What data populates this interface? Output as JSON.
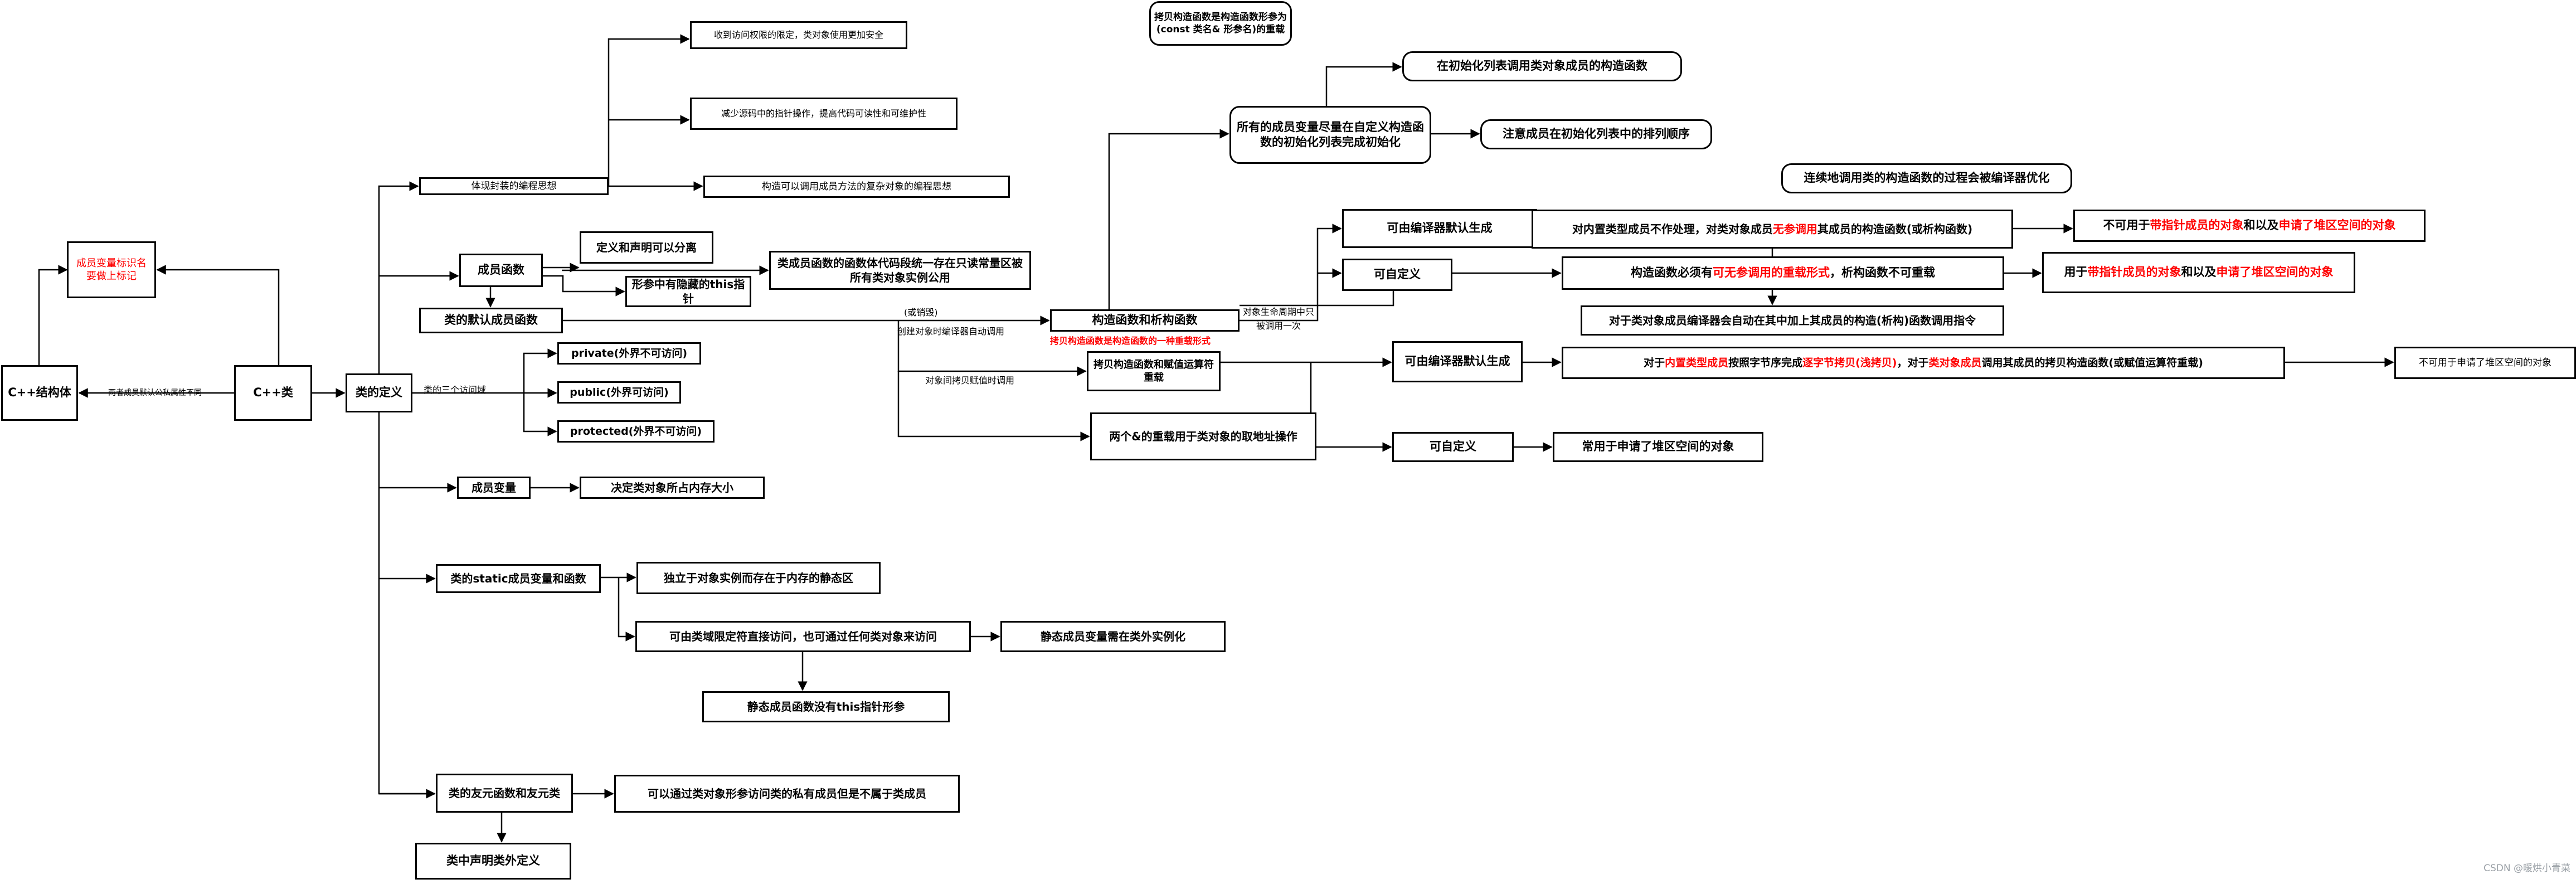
{
  "nodes": {
    "cpp_struct": "C++结构体",
    "member_var_mark": "成员变量标识名要做上标记",
    "cpp_class": "C++类",
    "class_def": "类的定义",
    "encapsulation": "体现封装的编程思想",
    "access_safe": "收到访问权限的限定，类对象使用更加安全",
    "less_pointer": "减少源码中的指针操作，提高代码可读性和可维护性",
    "complex_obj": "构造可以调用成员方法的复杂对象的编程思想",
    "member_func": "成员函数",
    "decl_def_sep": "定义和声明可以分离",
    "hidden_this": "形参中有隐藏的this指针",
    "func_code_readonly": "类成员函数的函数体代码段统一存在只读常量区被所有类对象实例公用",
    "default_members": "类的默认成员函数",
    "private": "private(外界不可访问)",
    "public": "public(外界可访问)",
    "protected": "protected(外界不可访问)",
    "member_var": "成员变量",
    "decides_size": "决定类对象所占内存大小",
    "static_members": "类的static成员变量和函数",
    "static_area": "独立于对象实例而存在于内存的静态区",
    "static_access": "可由类域限定符直接访问，也可通过任何类对象来访问",
    "static_init_outside": "静态成员变量需在类外实例化",
    "static_no_this": "静态成员函数没有this指针形参",
    "friend": "类的友元函数和友元类",
    "friend_access": "可以通过类对象形参访问类的私有成员但是不属于类成员",
    "class_decl_out": "类中声明类外定义",
    "ctor_dtor": "构造函数和析构函数",
    "copy_assign": "拷贝构造函数和赋值运算符重载",
    "addr_op": "两个&的重载用于类对象的取地址操作",
    "copy_ctor_def": "拷贝构造函数是构造函数形参为(const 类名& 形参名)的重载",
    "init_list": "所有的成员变量尽量在自定义构造函数的初始化列表完成初始化",
    "init_list_ctor": "在初始化列表调用类对象成员的构造函数",
    "init_order": "注意成员在初始化列表中的排列顺序",
    "ctor_optimize": "连续地调用类的构造函数的过程会被编译器优化",
    "compiler_gen1": "可由编译器默认生成",
    "user_def1": "可自定义",
    "compiler_gen2": "可由编译器默认生成",
    "user_def2": "可自定义",
    "heap_obj": "常用于申请了堆区空间的对象",
    "member_obj_ctor_order": "对于类对象成员编译器会自动在其中加上其成员的构造(析构)函数调用指令",
    "not_heap2": "不可用于申请了堆区空间的对象"
  },
  "rich": {
    "builtin_ctor": [
      {
        "t": "对内置类型成员不作处理，对类对象成员",
        "red": false
      },
      {
        "t": "无参调用",
        "red": true
      },
      {
        "t": "其成员的构造函数(或析构函数)",
        "red": false
      }
    ],
    "not_for_ptr": [
      {
        "t": "不可用于",
        "red": false
      },
      {
        "t": "带指针成员的对象",
        "red": true
      },
      {
        "t": "和以及",
        "red": false
      },
      {
        "t": "申请了堆区空间的对象",
        "red": true
      }
    ],
    "must_default": [
      {
        "t": "构造函数必须有",
        "red": false
      },
      {
        "t": "可无参调用的重载形式",
        "red": true
      },
      {
        "t": "，析构函数不可重载",
        "red": false
      }
    ],
    "for_ptr": [
      {
        "t": "用于",
        "red": false
      },
      {
        "t": "带指针成员的对象",
        "red": true
      },
      {
        "t": "和以及",
        "red": false
      },
      {
        "t": "申请了堆区空间的对象",
        "red": true
      }
    ],
    "shallow_copy": [
      {
        "t": "对于",
        "red": false
      },
      {
        "t": "内置类型成员",
        "red": true
      },
      {
        "t": "按照字节序完成",
        "red": false
      },
      {
        "t": "逐字节拷贝(浅拷贝)",
        "red": true
      },
      {
        "t": "，对于",
        "red": false
      },
      {
        "t": "类对象成员",
        "red": true
      },
      {
        "t": "调用其成员的拷贝构造函数(或赋值运算符重载)",
        "red": false
      }
    ]
  },
  "edge_labels": {
    "struct_class": "两者成员默认公私属性不同",
    "three_access": "类的三个访问域",
    "destroy": "(或销毁)",
    "auto_call": "创建对象时编译器自动调用",
    "copy_ctor_overload": "拷贝构造函数是构造函数的一种重载形式",
    "copy_assign_call": "对象间拷贝赋值时调用",
    "lifecycle": "对象生命周期中只被调用一次"
  },
  "watermark": "CSDN @暖烘小青菜"
}
